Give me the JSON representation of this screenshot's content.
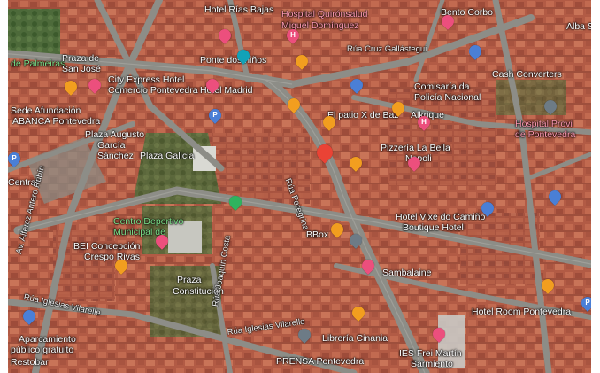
{
  "colors": {
    "pin_red": "#ea4335",
    "pin_orange": "#f29e1f",
    "pin_pink": "#ec4f7d",
    "pin_blue": "#4a7fd6",
    "pin_green": "#2fb35e",
    "pin_teal": "#12a2b8",
    "pin_gray": "#6d7b86"
  },
  "labels": [
    {
      "text": "Hotel Rías Bajas",
      "style": "white"
    },
    {
      "text": "Hospital Quirónsalud",
      "style": "pink"
    },
    {
      "text": "Miguel Domínguez",
      "style": "pink"
    },
    {
      "text": "Bento Corbo",
      "style": "white"
    },
    {
      "text": "Alba S",
      "style": "white"
    },
    {
      "text": "de Palmeiras",
      "style": "green"
    },
    {
      "text": "Praza de",
      "style": "white"
    },
    {
      "text": "San José",
      "style": "white"
    },
    {
      "text": "Ponte dos niños",
      "style": "white"
    },
    {
      "text": "Rúa Cruz Gallástegui",
      "style": "road"
    },
    {
      "text": "Cash Converters",
      "style": "white"
    },
    {
      "text": "City Express Hotel",
      "style": "white"
    },
    {
      "text": "Comercio Pontevedra",
      "style": "white"
    },
    {
      "text": "Hotel Madrid",
      "style": "white"
    },
    {
      "text": "Comisaría da",
      "style": "white"
    },
    {
      "text": "Policía Nacional",
      "style": "white"
    },
    {
      "text": "Sede Afundación",
      "style": "white"
    },
    {
      "text": "ABANCA Pontevedra",
      "style": "white"
    },
    {
      "text": "El patio X de Baz",
      "style": "white"
    },
    {
      "text": "Alkrique",
      "style": "white"
    },
    {
      "text": "Hospital Provi",
      "style": "pink"
    },
    {
      "text": "de Pontevedra",
      "style": "pink"
    },
    {
      "text": "Plaza Augusto",
      "style": "white"
    },
    {
      "text": "García",
      "style": "white"
    },
    {
      "text": "Sánchez",
      "style": "white"
    },
    {
      "text": "Plaza Galicia",
      "style": "white"
    },
    {
      "text": "Pizzería La Bella",
      "style": "white"
    },
    {
      "text": "Napoli",
      "style": "white"
    },
    {
      "text": "Central",
      "style": "white"
    },
    {
      "text": "Rúa Peregrina",
      "style": "road"
    },
    {
      "text": "Centro Deportivo",
      "style": "green"
    },
    {
      "text": "Municipal de",
      "style": "green"
    },
    {
      "text": "Hotel Vixe do Camiño",
      "style": "white"
    },
    {
      "text": "Boutique Hotel",
      "style": "white"
    },
    {
      "text": "BBox",
      "style": "white"
    },
    {
      "text": "BEI Concepción",
      "style": "white"
    },
    {
      "text": "Crespo Rivas",
      "style": "white"
    },
    {
      "text": "Sambalaine",
      "style": "white"
    },
    {
      "text": "Av. Alferez Antero Rubín",
      "style": "road"
    },
    {
      "text": "Praza",
      "style": "white"
    },
    {
      "text": "Constitución",
      "style": "white"
    },
    {
      "text": "Rúa Iglesias Vilarelle",
      "style": "road"
    },
    {
      "text": "Rúa Joaquín Costa",
      "style": "road"
    },
    {
      "text": "Hotel Room Pontevedra",
      "style": "white"
    },
    {
      "text": "Aparcamiento",
      "style": "white"
    },
    {
      "text": "público gratuito",
      "style": "white"
    },
    {
      "text": "Restobar",
      "style": "white"
    },
    {
      "text": "Rúa Iglesias Vilarelle",
      "style": "road"
    },
    {
      "text": "Librería Cinania",
      "style": "white"
    },
    {
      "text": "PRENSA Pontevedra",
      "style": "white"
    },
    {
      "text": "IES Frei Martín",
      "style": "white"
    },
    {
      "text": "Sarmiento",
      "style": "white"
    }
  ],
  "markers": [
    {
      "name": "selected-location-pin",
      "kind": "red",
      "glyph": ""
    },
    {
      "name": "hospital-quironsalud-pin",
      "kind": "pink",
      "glyph": "H"
    },
    {
      "name": "bento-corbo-pin",
      "kind": "pink",
      "glyph": ""
    },
    {
      "name": "cash-converters-pin",
      "kind": "blue",
      "glyph": ""
    },
    {
      "name": "hotel-rias-bajas-pin",
      "kind": "pink",
      "glyph": ""
    },
    {
      "name": "ponte-dos-ninos-pin",
      "kind": "teal",
      "glyph": ""
    },
    {
      "name": "restaurant-pin-1",
      "kind": "orange",
      "glyph": ""
    },
    {
      "name": "restaurant-pin-2",
      "kind": "orange",
      "glyph": ""
    },
    {
      "name": "city-express-hotel-pin",
      "kind": "pink",
      "glyph": ""
    },
    {
      "name": "hotel-madrid-pin",
      "kind": "pink",
      "glyph": ""
    },
    {
      "name": "comisaria-pin",
      "kind": "blue",
      "glyph": ""
    },
    {
      "name": "el-patio-pin",
      "kind": "orange",
      "glyph": ""
    },
    {
      "name": "alkrique-pin",
      "kind": "orange",
      "glyph": ""
    },
    {
      "name": "hospital-provincial-pin",
      "kind": "pink",
      "glyph": "H"
    },
    {
      "name": "sede-afundacion-pin",
      "kind": "gray",
      "glyph": ""
    },
    {
      "name": "pizzeria-pin",
      "kind": "orange",
      "glyph": ""
    },
    {
      "name": "restaurant-pin-3",
      "kind": "orange",
      "glyph": ""
    },
    {
      "name": "plaza-galicia-pin",
      "kind": "pink",
      "glyph": ""
    },
    {
      "name": "parking-pin-left",
      "kind": "blue",
      "glyph": "P"
    },
    {
      "name": "parking-pin-right",
      "kind": "blue",
      "glyph": "P"
    },
    {
      "name": "hotel-vixe-pin",
      "kind": "blue",
      "glyph": ""
    },
    {
      "name": "bbox-pin",
      "kind": "blue",
      "glyph": ""
    },
    {
      "name": "restaurant-pin-4",
      "kind": "orange",
      "glyph": ""
    },
    {
      "name": "centro-deportivo-pin",
      "kind": "green",
      "glyph": ""
    },
    {
      "name": "shop-pin",
      "kind": "pink",
      "glyph": ""
    },
    {
      "name": "bei-concepcion-pin",
      "kind": "gray",
      "glyph": ""
    },
    {
      "name": "sambalaine-pin",
      "kind": "orange",
      "glyph": ""
    },
    {
      "name": "hotel-room-pin",
      "kind": "pink",
      "glyph": ""
    },
    {
      "name": "edge-orange-pin",
      "kind": "orange",
      "glyph": ""
    },
    {
      "name": "aparcamiento-pin",
      "kind": "blue",
      "glyph": "P"
    },
    {
      "name": "libreria-pin",
      "kind": "blue",
      "glyph": ""
    },
    {
      "name": "prensa-pin",
      "kind": "orange",
      "glyph": ""
    },
    {
      "name": "ies-frei-martin-pin",
      "kind": "gray",
      "glyph": ""
    },
    {
      "name": "bottom-shop-pin",
      "kind": "pink",
      "glyph": ""
    }
  ]
}
